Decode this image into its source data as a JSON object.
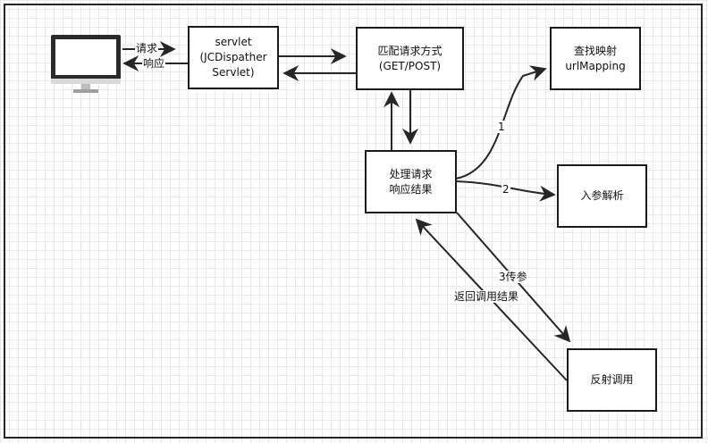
{
  "client_arrows": {
    "request": "请求",
    "response": "响应"
  },
  "nodes": {
    "servlet": {
      "line1": "servlet",
      "line2": "(JCDispather",
      "line3": "Servlet)"
    },
    "match": {
      "line1": "匹配请求方式",
      "line2": "(GET/POST)"
    },
    "lookup": {
      "line1": "查找映射",
      "line2": "urlMapping"
    },
    "process": {
      "line1": "处理请求",
      "line2": "响应结果"
    },
    "params": {
      "line1": "入参解析"
    },
    "reflect": {
      "line1": "反射调用"
    }
  },
  "edge_labels": {
    "step1": "1",
    "step2": "2",
    "step3": "3传参",
    "return_result": "返回调用结果"
  },
  "icons": {
    "client": "desktop-monitor-icon"
  },
  "colors": {
    "line": "#262626",
    "border": "#1a1a1a",
    "screen": "#2b2b2b",
    "grid": "#e9e9e9"
  }
}
